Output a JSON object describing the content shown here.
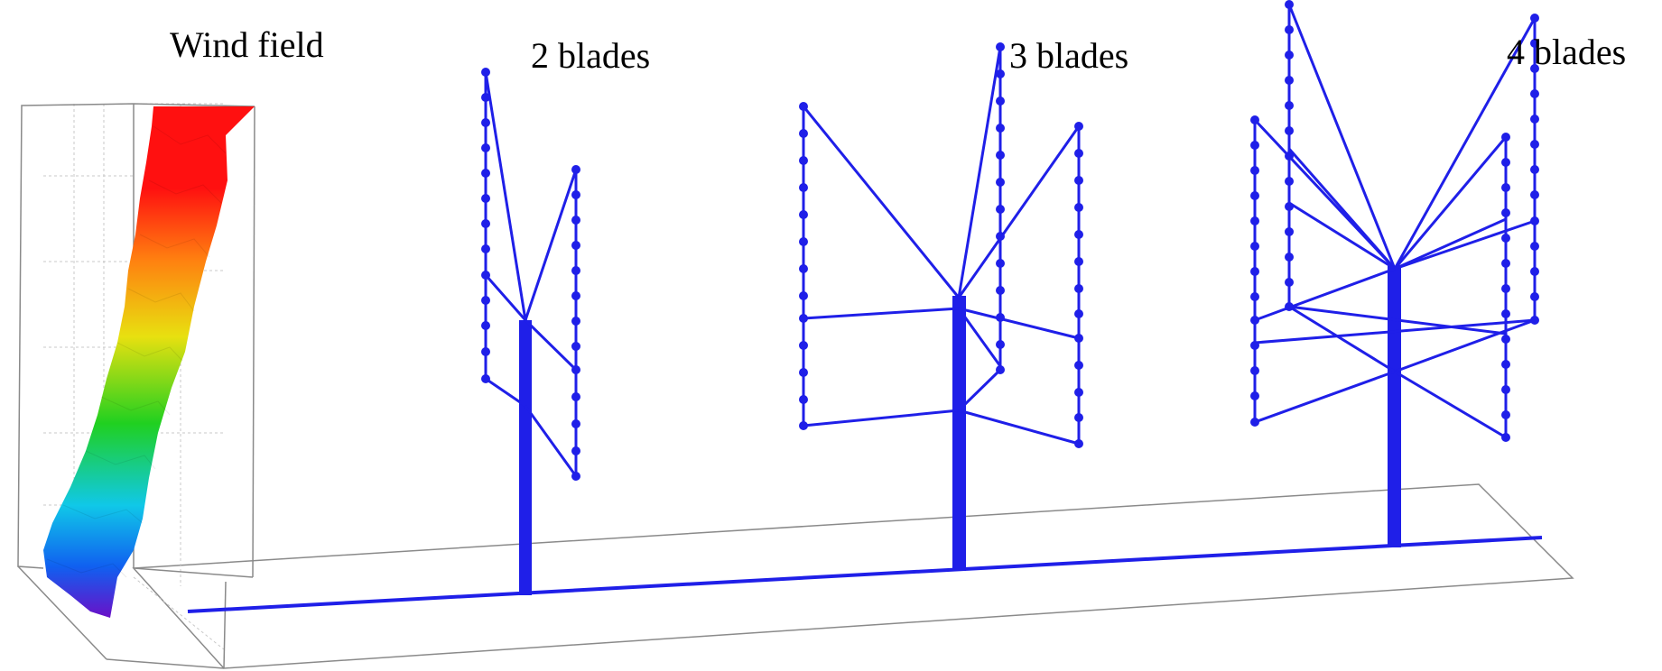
{
  "labels": {
    "wind_field": "Wind field",
    "two_blades": "2 blades",
    "three_blades": "3 blades",
    "four_blades": "4 blades"
  },
  "colors": {
    "turbine": "#1f1fe8",
    "frame": "#8a8a8a",
    "grid": "#c8c8c8",
    "wind_gradient": [
      "#6a10c8",
      "#1060f0",
      "#10c8e8",
      "#20d020",
      "#e8e010",
      "#ff8010",
      "#ff1010"
    ]
  },
  "turbines": [
    {
      "blade_count": 2
    },
    {
      "blade_count": 3
    },
    {
      "blade_count": 4
    }
  ]
}
